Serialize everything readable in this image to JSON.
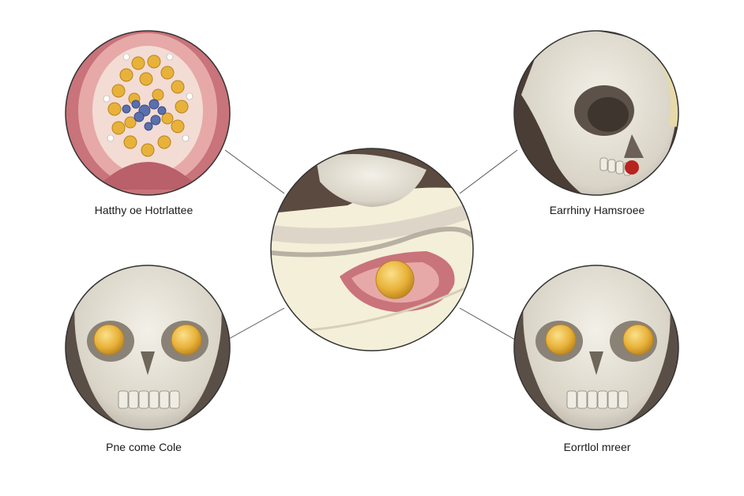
{
  "labels": {
    "top_left": "Hatthy oe Hotrlattee",
    "top_right": "Earrhiny Hamsroee",
    "bottom_left": "Pne come Cole",
    "bottom_right": "Eorrtlol mreer"
  },
  "colors": {
    "bone": "#e4dfd3",
    "bone_shadow": "#9c978c",
    "tissue": "#c9737a",
    "tissue_dark": "#9b4c55",
    "gland_yellow": "#e8b23a",
    "gland_blue": "#5a6fae",
    "line": "#555555"
  }
}
